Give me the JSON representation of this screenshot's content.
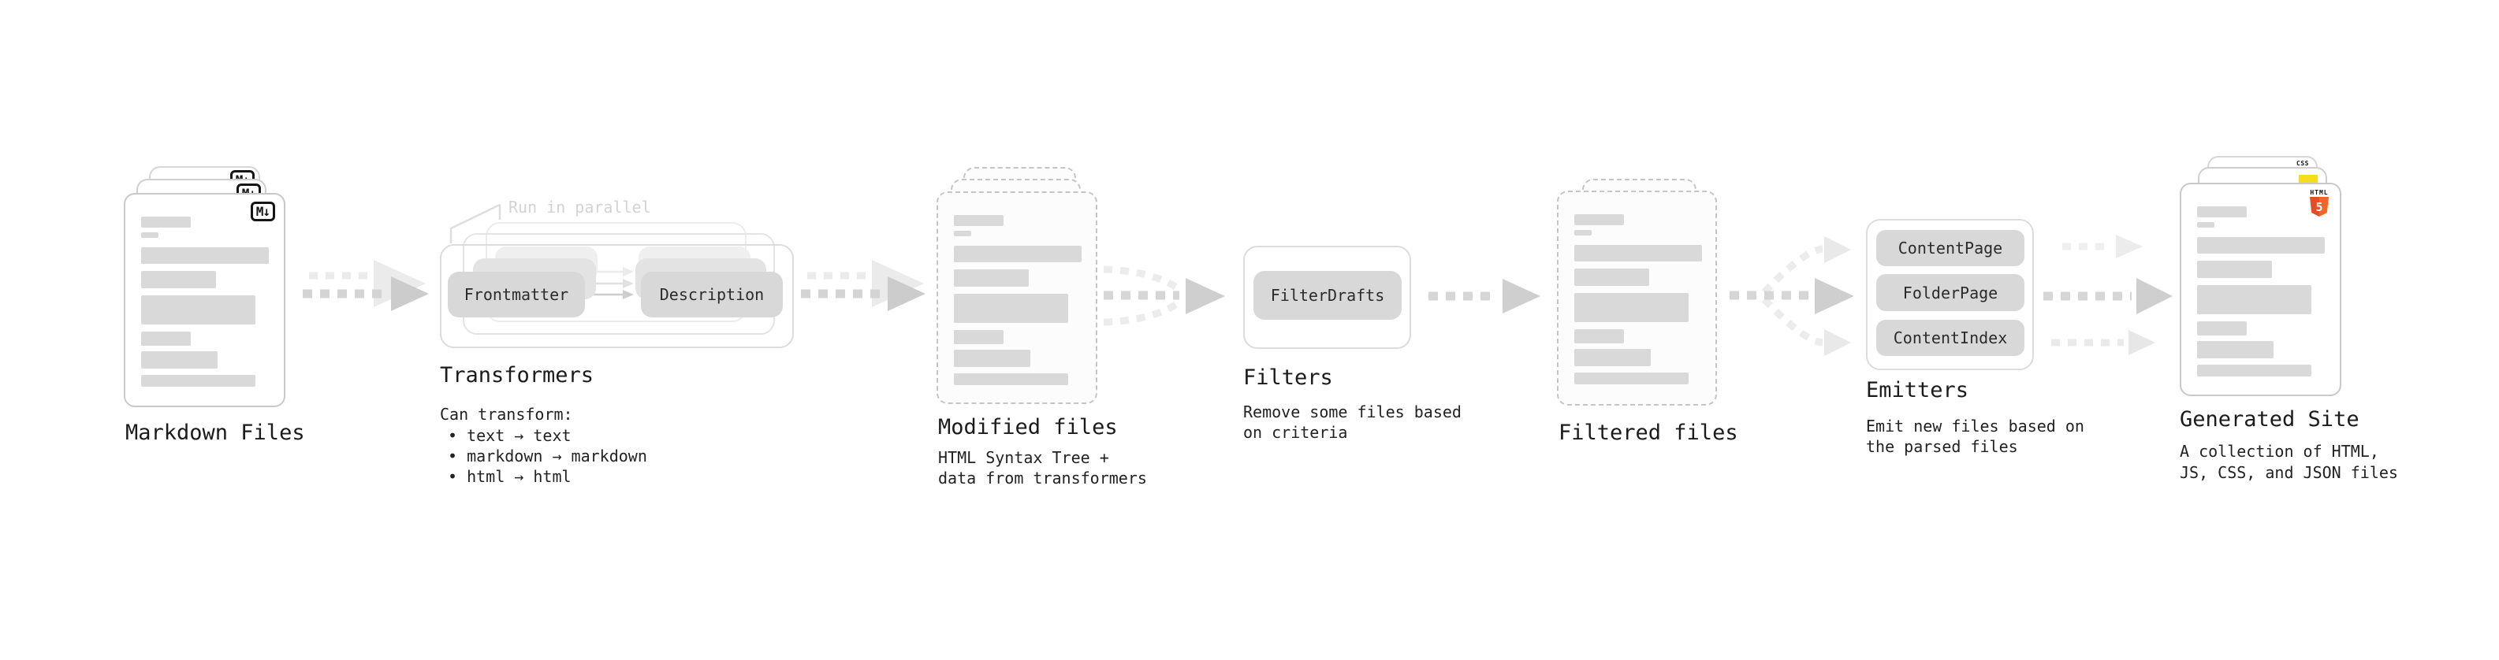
{
  "annotations": {
    "run_in_parallel": "Run in parallel"
  },
  "sections": {
    "markdown_files": {
      "label": "Markdown Files",
      "badge": "M↓"
    },
    "transformers": {
      "label": "Transformers",
      "pills": [
        "Frontmatter",
        "Description"
      ],
      "intro": "Can transform:",
      "bullets": [
        "• text → text",
        "• markdown → markdown",
        "• html → html"
      ]
    },
    "modified_files": {
      "label": "Modified files",
      "description_lines": [
        "HTML Syntax Tree +",
        "data from transformers"
      ]
    },
    "filters": {
      "label": "Filters",
      "pills": [
        "FilterDrafts"
      ],
      "description_lines": [
        "Remove some files based",
        "on criteria"
      ]
    },
    "filtered_files": {
      "label": "Filtered files"
    },
    "emitters": {
      "label": "Emitters",
      "pills": [
        "ContentPage",
        "FolderPage",
        "ContentIndex"
      ],
      "description_lines": [
        "Emit new files based on",
        "the parsed files"
      ]
    },
    "generated_site": {
      "label": "Generated Site",
      "badge_css": "CSS",
      "badge_html_word": "HTML",
      "badge_html_digit": "5",
      "description_lines": [
        "A collection of HTML,",
        "JS, CSS, and JSON files"
      ]
    }
  },
  "colors": {
    "html5_orange": "#e44d26",
    "html5_orange_light": "#f16529",
    "js_yellow": "#f5de19",
    "css_blue": "#2864f0",
    "arrow_gray": "#d4d4d4",
    "arrow_gray_light": "#ececec",
    "card_border": "#c9c9c9",
    "bar_gray": "#d9d9d9",
    "pill_gray": "#d8d8d8"
  }
}
